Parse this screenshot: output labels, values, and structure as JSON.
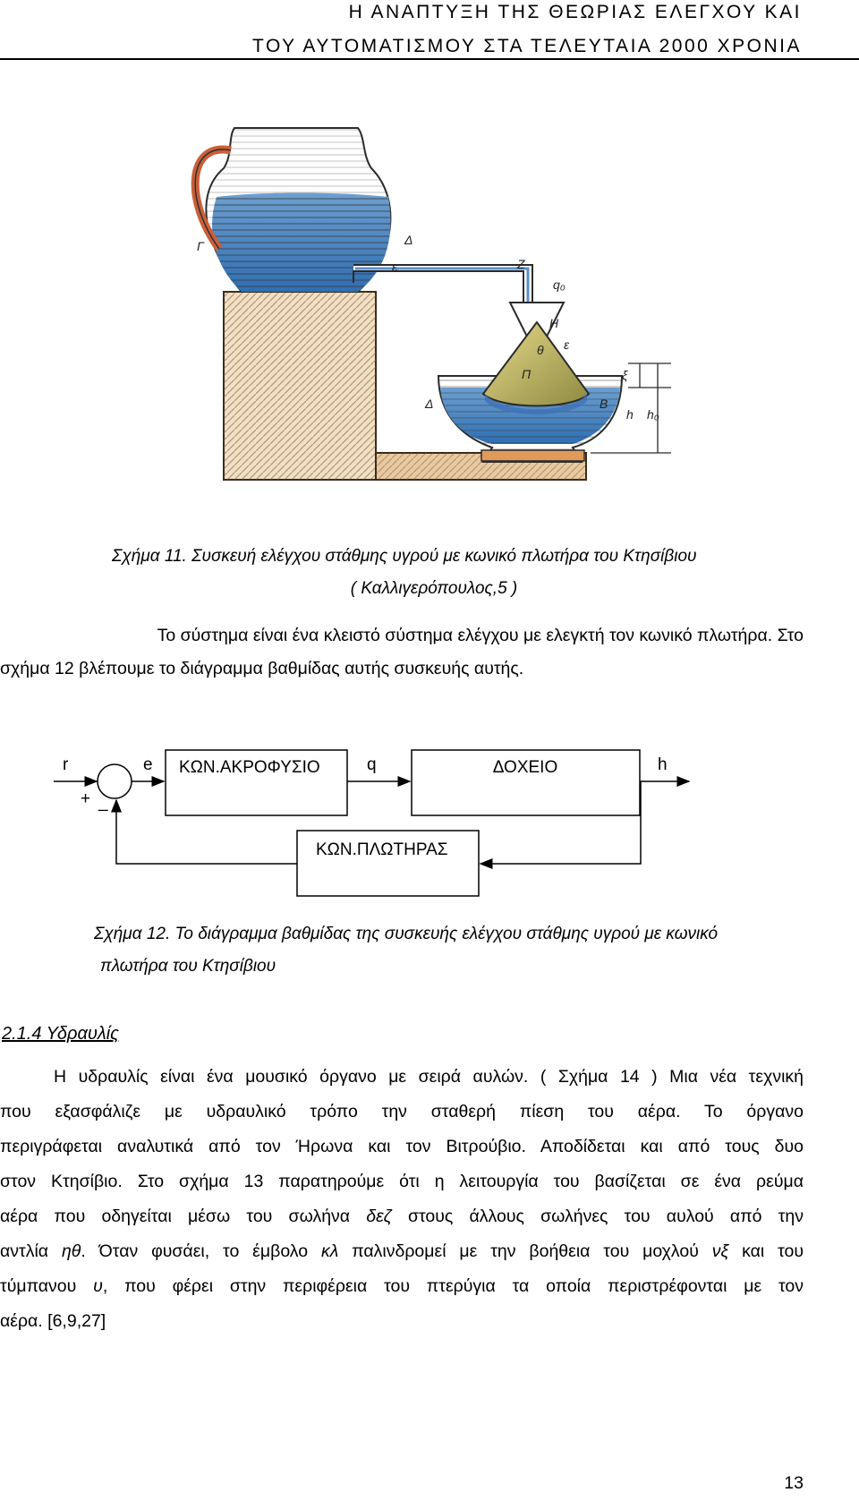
{
  "header": {
    "line1": "Η ΑΝΑΠΤΥΞΗ ΤΗΣ ΘΕΩΡΙΑΣ ΕΛΕΓΧΟΥ ΚΑΙ",
    "line2": "ΤΟΥ ΑΥΤΟΜΑΤΙΣΜΟΥ ΣΤΑ ΤΕΛΕΥΤΑΙΑ 2000 ΧΡΟΝΙΑ"
  },
  "figure11": {
    "labels": [
      "Γ",
      "Δ",
      "ε",
      "Ζ",
      "q₀",
      "Η",
      "θ",
      "Π",
      "ε",
      "Δ",
      "Β",
      "ξ",
      "h",
      "h₀"
    ],
    "caption_line1": "Σχήμα 11. Συσκευή ελέγχου στάθμης υγρού με κωνικό πλωτήρα του Κτησίβιου",
    "caption_line2": "( Καλλιγερόπουλος,5 )"
  },
  "paragraph1": {
    "line1": "Το σύστημα είναι ένα κλειστό σύστημα ελέγχου με ελεγκτή τον κωνικό πλωτήρα. Στο",
    "line2": "σχήμα 12 βλέπουμε το διάγραμμα βαθμίδας αυτής συσκευής αυτής."
  },
  "block_diagram": {
    "r": "r",
    "e": "e",
    "plus": "+",
    "minus": "_",
    "block1": "ΚΩΝ.ΑΚΡΟΦΥΣΙΟ",
    "q": "q",
    "block2": "ΔΟΧΕΙΟ",
    "h": "h",
    "feedback_block": "ΚΩΝ.ΠΛΩΤΗΡΑΣ"
  },
  "figure12": {
    "caption_line1": "Σχήμα 12. Το διάγραμμα βαθμίδας της συσκευής ελέγχου στάθμης υγρού με κωνικό",
    "caption_line2": "πλωτήρα του Κτησίβιου"
  },
  "section": {
    "title": "2.1.4 Υδραυλίς"
  },
  "paragraph2": {
    "line1": "Η υδραυλίς είναι ένα μουσικό όργανο με σειρά αυλών. ( Σχήμα 14 ) Μια νέα τεχνική",
    "line2": "που εξασφάλιζε με υδραυλικό τρόπο την σταθερή πίεση του αέρα. Το όργανο",
    "line3": "περιγράφεται αναλυτικά από τον Ήρωνα και τον Βιτρούβιο. Αποδίδεται και από τους δυο",
    "line4": "στον Κτησίβιο. Στο σχήμα 13 παρατηρούμε ότι η λειτουργία του βασίζεται σε ένα ρεύμα",
    "line5_a": "αέρα που οδηγείται μέσω του σωλήνα ",
    "line5_em": "δεζ",
    "line5_b": " στους άλλους σωλήνες του αυλού από την",
    "line6_a": "αντλία ",
    "line6_em1": "ηθ",
    "line6_b": ". Όταν φυσάει, το έμβολο ",
    "line6_em2": "κλ",
    "line6_c": " παλινδρομεί με την βοήθεια του μοχλού ",
    "line6_em3": "νξ",
    "line6_d": " και του",
    "line7_a": "τύμπανου ",
    "line7_em": "υ",
    "line7_b": ", που φέρει στην περιφέρεια του πτερύγια τα οποία περιστρέφονται με τον",
    "line8": "αέρα. [6,9,27]"
  },
  "page_number": "13"
}
